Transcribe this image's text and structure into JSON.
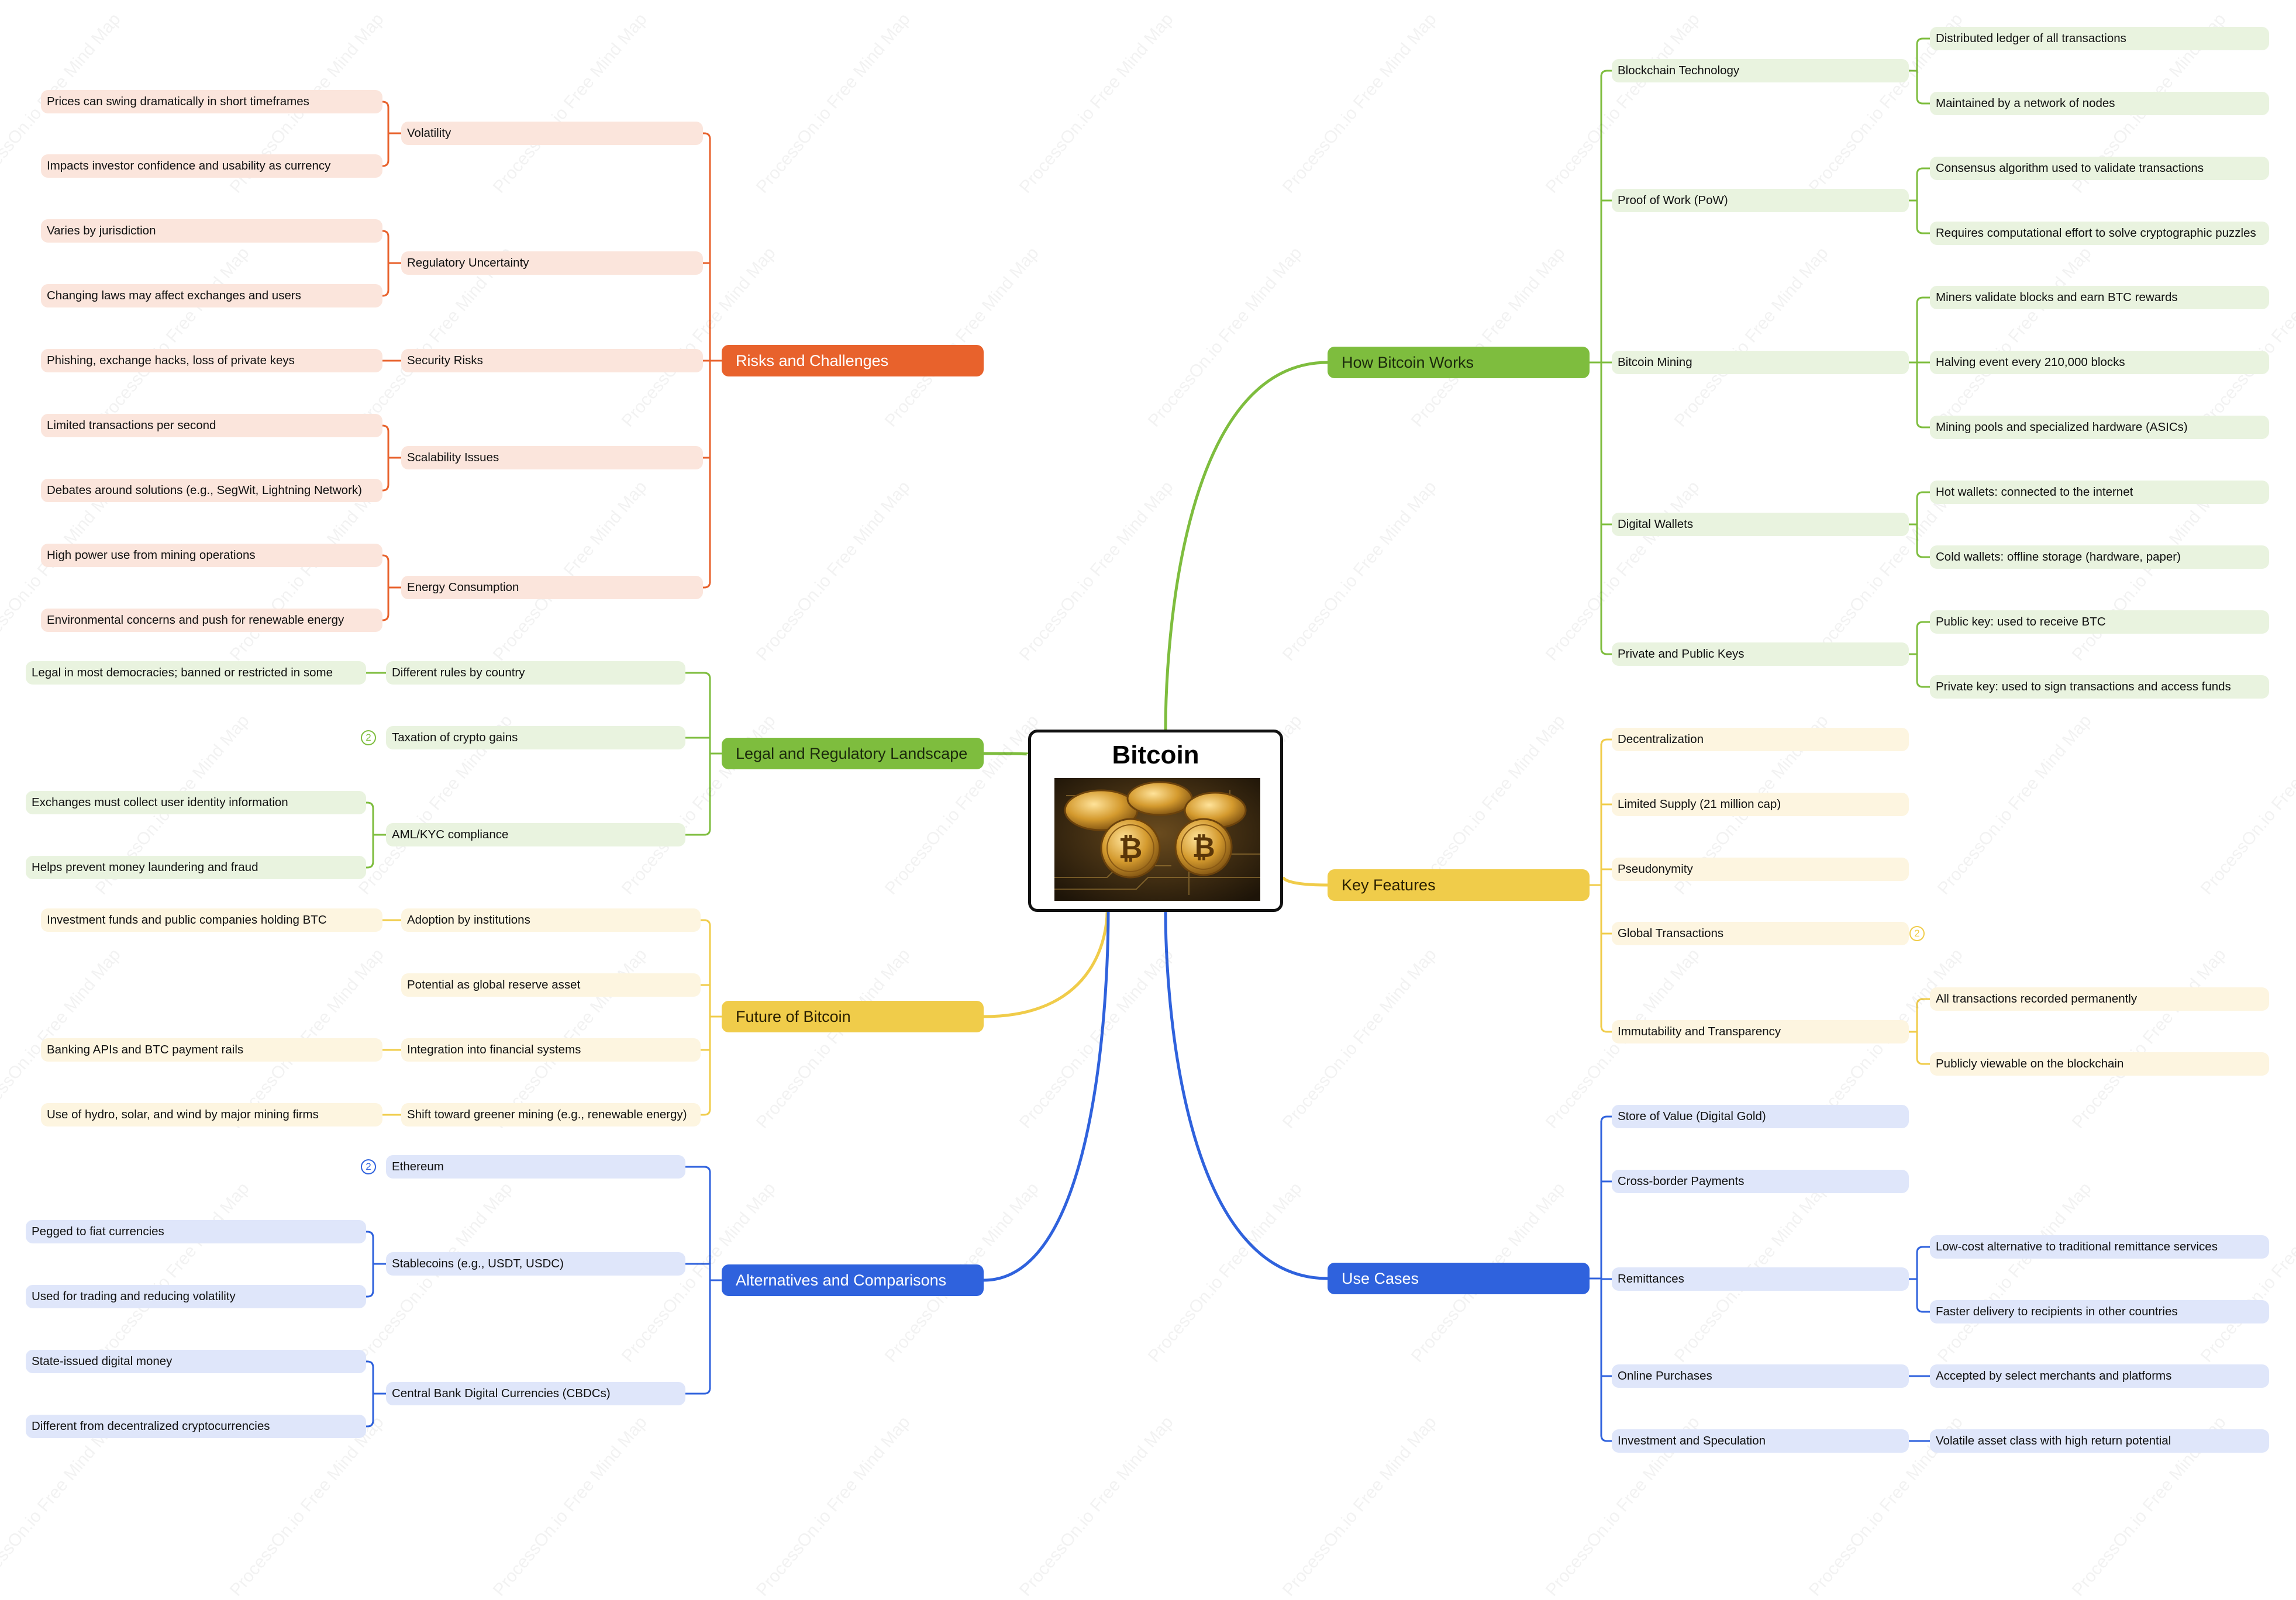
{
  "center": {
    "title": "Bitcoin",
    "image": "bitcoin-coins-on-circuit-board"
  },
  "watermark": "ProcessOn.io Free Mind Map",
  "colors": {
    "risks": "#e8622c",
    "legal": "#7ebd3e",
    "future": "#f0cc4a",
    "alternatives": "#2f62dd",
    "how": "#7ebd3e",
    "features": "#f0cc4a",
    "use": "#2f62dd"
  },
  "branches": {
    "risks": {
      "label": "Risks and Challenges",
      "children": [
        {
          "label": "Volatility",
          "items": [
            "Prices can swing dramatically in short timeframes",
            "Impacts investor confidence and usability as currency"
          ]
        },
        {
          "label": "Regulatory Uncertainty",
          "items": [
            "Varies by jurisdiction",
            "Changing laws may affect exchanges and users"
          ]
        },
        {
          "label": "Security Risks",
          "items": [
            "Phishing, exchange hacks, loss of private keys"
          ]
        },
        {
          "label": "Scalability Issues",
          "items": [
            "Limited transactions per second",
            "Debates around solutions (e.g., SegWit, Lightning Network)"
          ]
        },
        {
          "label": "Energy Consumption",
          "items": [
            "High power use from mining operations",
            "Environmental concerns and push for renewable energy"
          ]
        }
      ]
    },
    "legal": {
      "label": "Legal and Regulatory Landscape",
      "children": [
        {
          "label": "Different rules by country",
          "items": [
            "Legal in most democracies; banned or restricted in some"
          ]
        },
        {
          "label": "Taxation of crypto gains",
          "badge": "2",
          "items": []
        },
        {
          "label": "AML/KYC compliance",
          "items": [
            "Exchanges must collect user identity information",
            "Helps prevent money laundering and fraud"
          ]
        }
      ]
    },
    "future": {
      "label": "Future of Bitcoin",
      "children": [
        {
          "label": "Adoption by institutions",
          "items": [
            "Investment funds and public companies holding BTC"
          ]
        },
        {
          "label": "Potential as global reserve asset",
          "items": []
        },
        {
          "label": "Integration into financial systems",
          "items": [
            "Banking APIs and BTC payment rails"
          ]
        },
        {
          "label": "Shift toward greener mining (e.g., renewable energy)",
          "items": [
            "Use of hydro, solar, and wind by major mining firms"
          ]
        }
      ]
    },
    "alternatives": {
      "label": "Alternatives and Comparisons",
      "children": [
        {
          "label": "Ethereum",
          "badge": "2",
          "items": []
        },
        {
          "label": "Stablecoins (e.g., USDT, USDC)",
          "items": [
            "Pegged to fiat currencies",
            "Used for trading and reducing volatility"
          ]
        },
        {
          "label": "Central Bank Digital Currencies (CBDCs)",
          "items": [
            "State-issued digital money",
            "Different from decentralized cryptocurrencies"
          ]
        }
      ]
    },
    "how": {
      "label": "How Bitcoin Works",
      "children": [
        {
          "label": "Blockchain Technology",
          "items": [
            "Distributed ledger of all transactions",
            "Maintained by a network of nodes"
          ]
        },
        {
          "label": "Proof of Work (PoW)",
          "items": [
            "Consensus algorithm used to validate transactions",
            "Requires computational effort to solve cryptographic puzzles"
          ]
        },
        {
          "label": "Bitcoin Mining",
          "items": [
            "Miners validate blocks and earn BTC rewards",
            "Halving event every 210,000 blocks",
            "Mining pools and specialized hardware (ASICs)"
          ]
        },
        {
          "label": "Digital Wallets",
          "items": [
            "Hot wallets: connected to the internet",
            "Cold wallets: offline storage (hardware, paper)"
          ]
        },
        {
          "label": "Private and Public Keys",
          "items": [
            "Public key: used to receive BTC",
            "Private key: used to sign transactions and access funds"
          ]
        }
      ]
    },
    "features": {
      "label": "Key Features",
      "children": [
        {
          "label": "Decentralization",
          "items": []
        },
        {
          "label": "Limited Supply (21 million cap)",
          "items": []
        },
        {
          "label": "Pseudonymity",
          "items": []
        },
        {
          "label": "Global Transactions",
          "badge": "2",
          "items": []
        },
        {
          "label": "Immutability and Transparency",
          "items": [
            "All transactions recorded permanently",
            "Publicly viewable on the blockchain"
          ]
        }
      ]
    },
    "use": {
      "label": "Use Cases",
      "children": [
        {
          "label": "Store of Value (Digital Gold)",
          "items": []
        },
        {
          "label": "Cross-border Payments",
          "items": []
        },
        {
          "label": "Remittances",
          "items": [
            "Low-cost alternative to traditional remittance services",
            "Faster delivery to recipients in other countries"
          ]
        },
        {
          "label": "Online Purchases",
          "items": [
            "Accepted by select merchants and platforms"
          ]
        },
        {
          "label": "Investment and Speculation",
          "items": [
            "Volatile asset class with high return potential"
          ]
        }
      ]
    }
  }
}
